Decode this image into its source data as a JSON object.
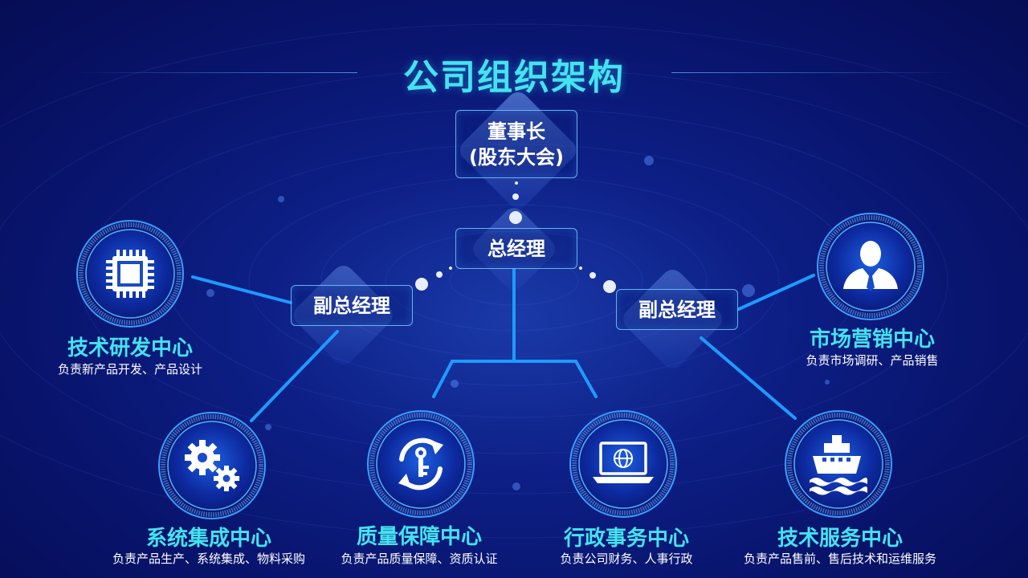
{
  "title": "公司组织架构",
  "colors": {
    "accent_cyan": "#43e3f0",
    "line_blue": "#1e9bff",
    "bg_dark": "#08136a"
  },
  "chairman": {
    "line1": "董事长",
    "line2": "(股东大会)"
  },
  "general_manager": "总经理",
  "vice_manager_left": "副总经理",
  "vice_manager_right": "副总经理",
  "centers": [
    {
      "name": "技术研发中心",
      "desc": "负责新产品开发、产品设计",
      "icon": "cpu-chip-icon"
    },
    {
      "name": "市场营销中心",
      "desc": "负责市场调研、产品销售",
      "icon": "businessman-icon"
    },
    {
      "name": "系统集成中心",
      "desc": "负责产品生产、系统集成、物料采购",
      "icon": "gears-icon"
    },
    {
      "name": "质量保障中心",
      "desc": "负责产品质量保障、资质认证",
      "icon": "key-refresh-icon"
    },
    {
      "name": "行政事务中心",
      "desc": "负责公司财务、人事行政",
      "icon": "laptop-globe-icon"
    },
    {
      "name": "技术服务中心",
      "desc": "负责产品售前、售后技术和运维服务",
      "icon": "ship-icon"
    }
  ]
}
